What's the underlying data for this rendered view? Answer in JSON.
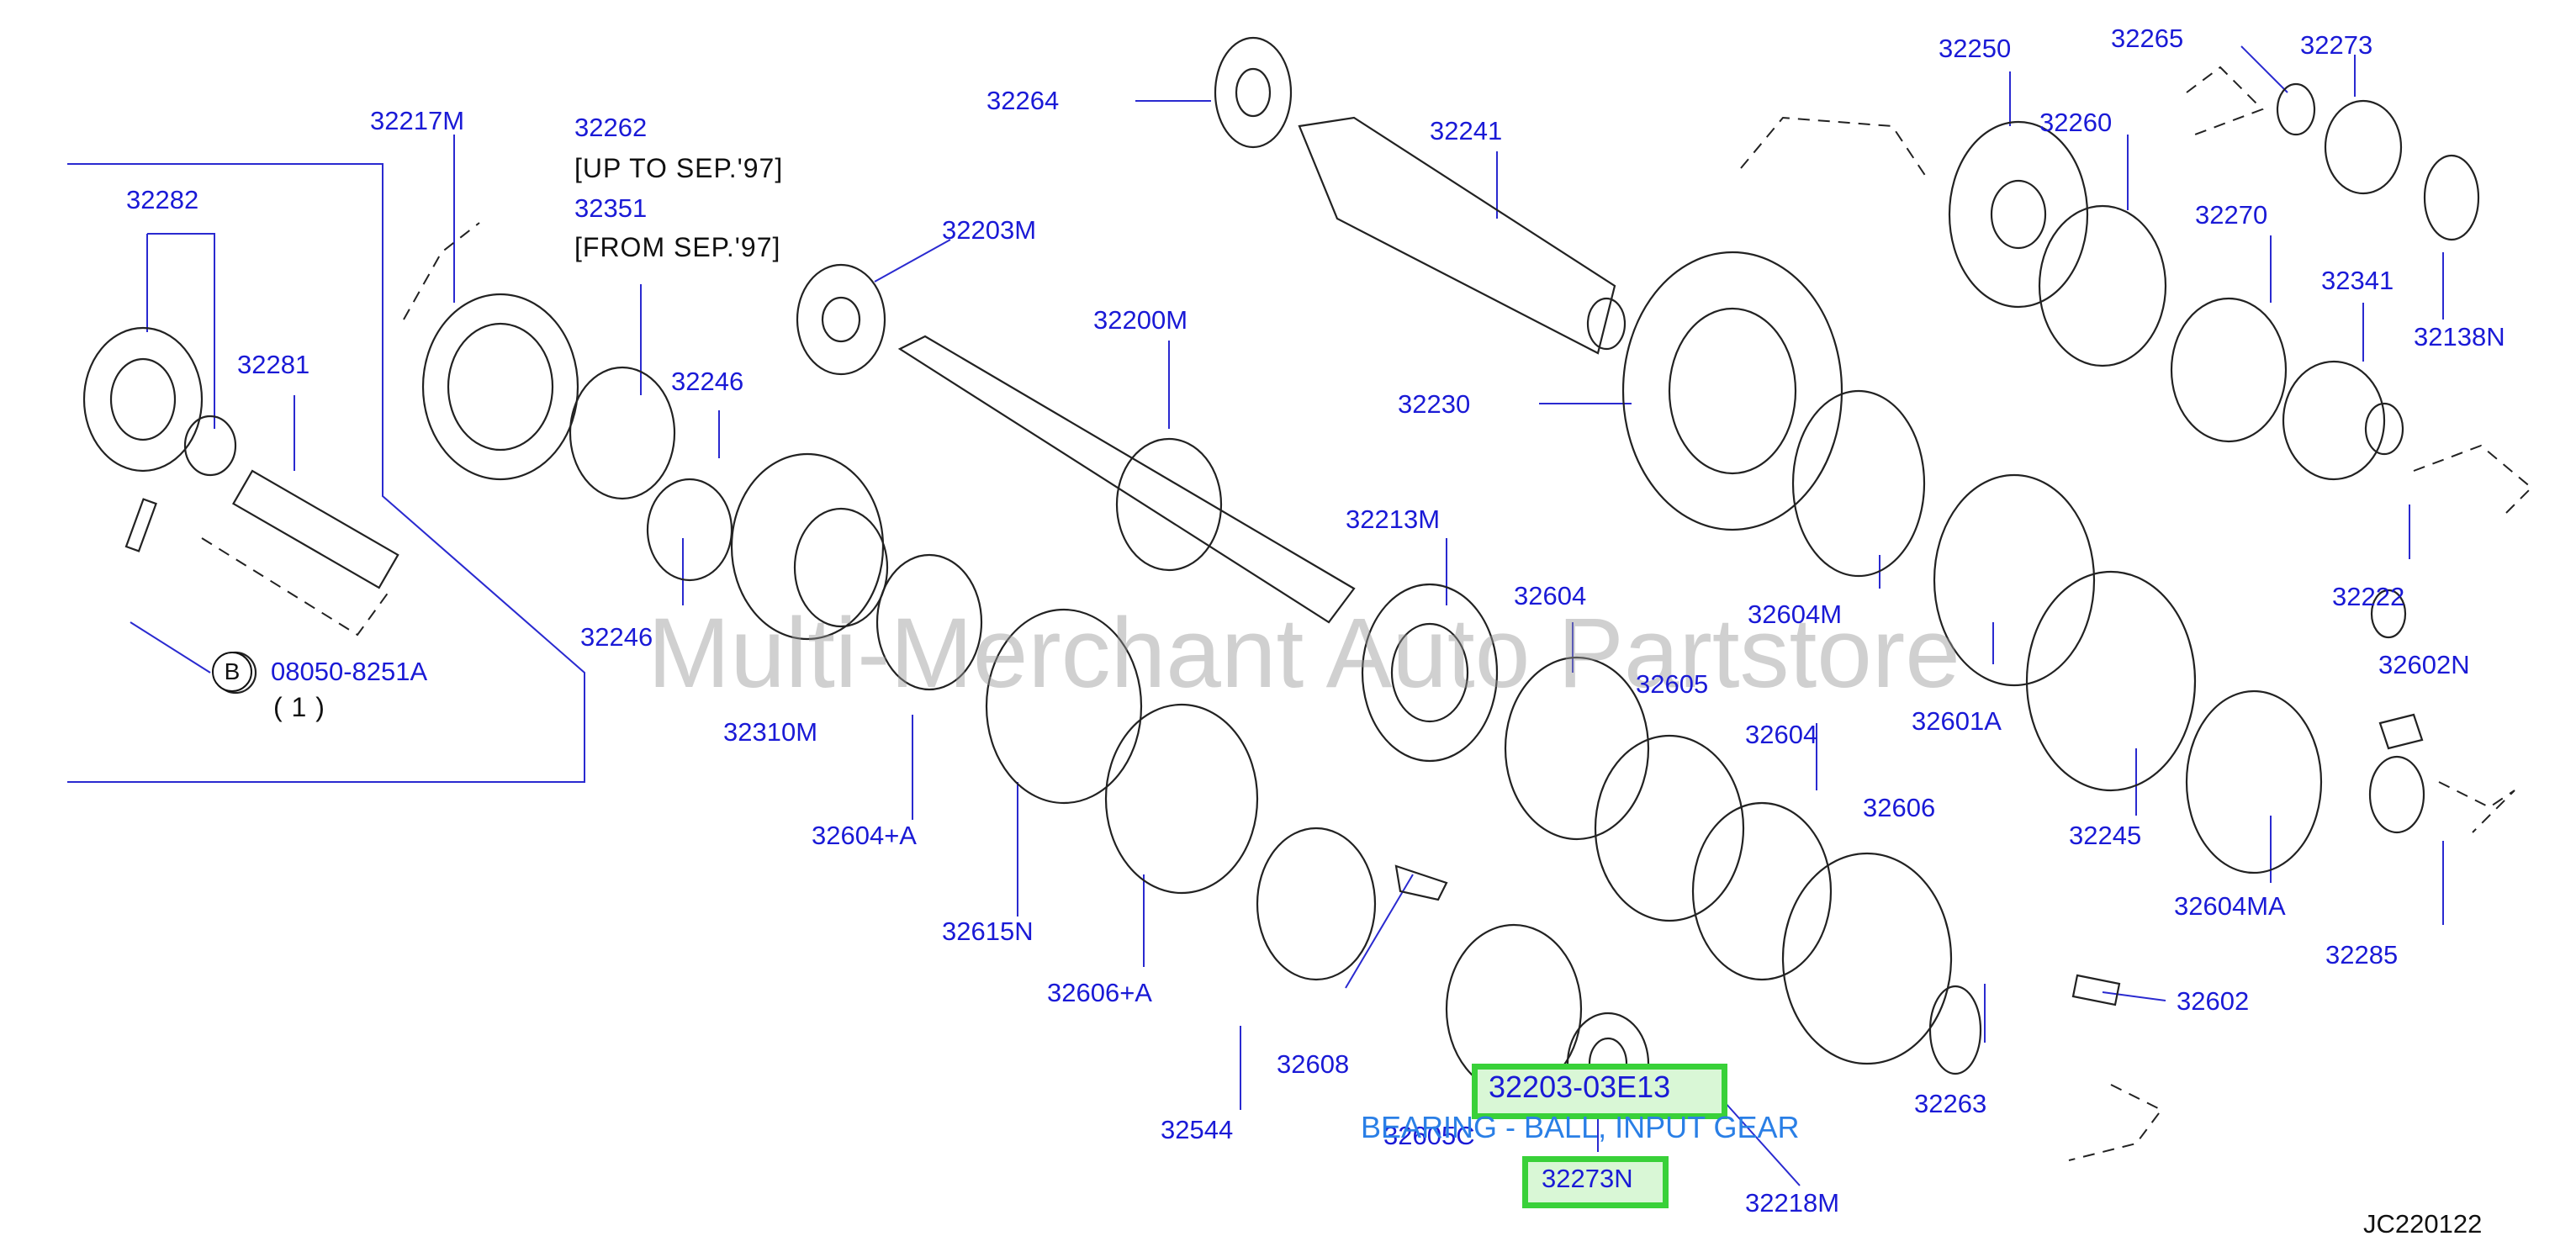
{
  "diagram": {
    "code": "JC220122",
    "watermark": "Multi-Merchant Auto Partstore",
    "notes": {
      "upto": "[UP TO SEP.'97]",
      "from": "[FROM SEP.'97]",
      "bolt_ref_prefix": "B",
      "bolt_ref": "08050-8251A",
      "bolt_qty": "( 1 )"
    },
    "highlight": {
      "part_number": "32203-03E13",
      "description": "BEARING - BALL, INPUT GEAR",
      "secondary": "32273N"
    },
    "labels": {
      "p32217M": "32217M",
      "p32282": "32282",
      "p32281": "32281",
      "p32262": "32262",
      "p32351": "32351",
      "p32246a": "32246",
      "p32246b": "32246",
      "p32203M": "32203M",
      "p32264": "32264",
      "p32241": "32241",
      "p32200M": "32200M",
      "p32230": "32230",
      "p32250": "32250",
      "p32265": "32265",
      "p32273": "32273",
      "p32260": "32260",
      "p32270": "32270",
      "p32341": "32341",
      "p32138N": "32138N",
      "p32604M": "32604M",
      "p32222": "32222",
      "p32213M": "32213M",
      "p32604a": "32604",
      "p32605": "32605",
      "p32604b": "32604",
      "p32601A": "32601A",
      "p32310M": "32310M",
      "p32604A": "32604+A",
      "p32615N": "32615N",
      "p32606A": "32606+A",
      "p32606": "32606",
      "p32245": "32245",
      "p32604MA": "32604MA",
      "p32602N": "32602N",
      "p32285": "32285",
      "p32602": "32602",
      "p32263": "32263",
      "p32608": "32608",
      "p32544": "32544",
      "p32605C": "32605C",
      "p32218M": "32218M"
    }
  }
}
